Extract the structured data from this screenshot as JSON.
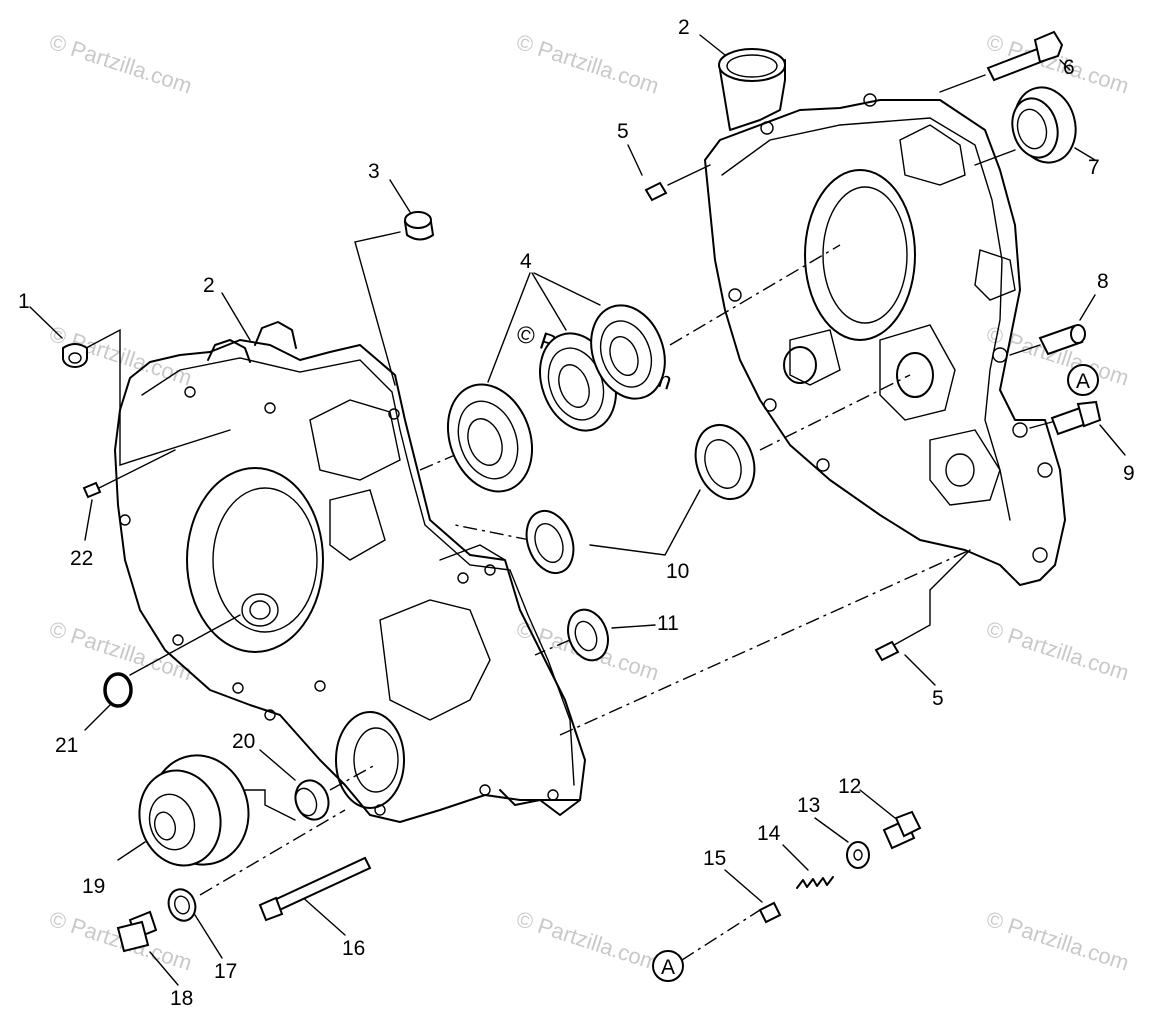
{
  "watermark": "© Partzilla.com",
  "callouts": {
    "c1": "1",
    "c2a": "2",
    "c2b": "2",
    "c3": "3",
    "c4": "4",
    "c5a": "5",
    "c5b": "5",
    "c6": "6",
    "c7": "7",
    "c8": "8",
    "c9": "9",
    "c10": "10",
    "c11": "11",
    "c12": "12",
    "c13": "13",
    "c14": "14",
    "c15": "15",
    "c16": "16",
    "c17": "17",
    "c18": "18",
    "c19": "19",
    "c20": "20",
    "c21": "21",
    "c22": "22"
  },
  "refs": {
    "a_top": "A",
    "a_bottom": "A"
  }
}
